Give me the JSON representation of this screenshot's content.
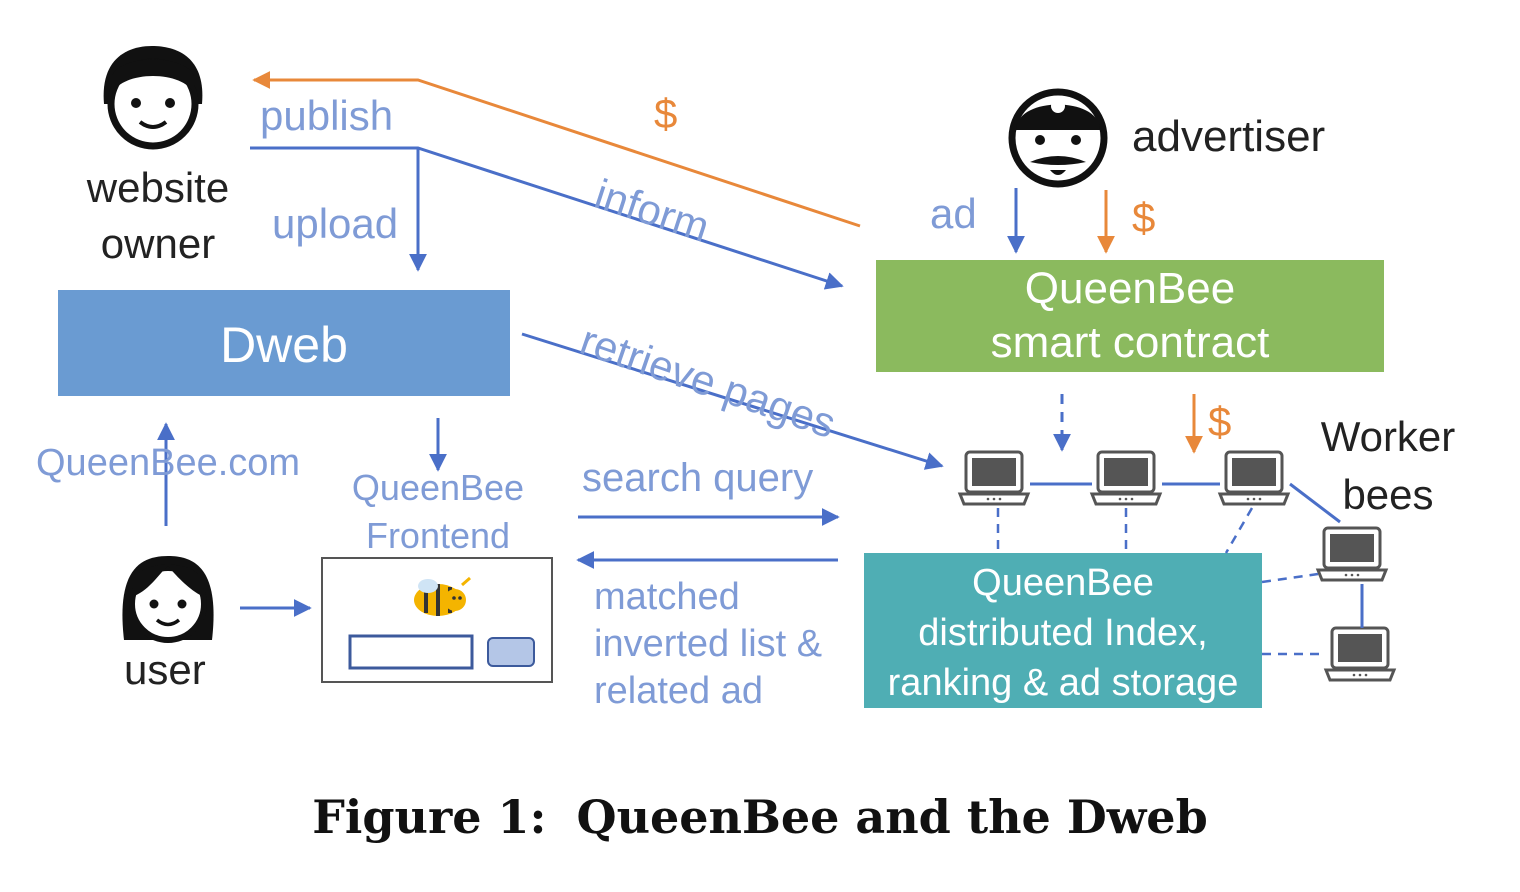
{
  "colors": {
    "blue_arrow": "#4A6FC8",
    "label_blue": "#7F9BD6",
    "orange": "#E8883A",
    "dweb_box": "#6A9BD2",
    "contract_box": "#8BBA5E",
    "index_box": "#4FAEB4",
    "text_dark": "#222222"
  },
  "actors": {
    "website_owner": {
      "line1": "website",
      "line2": "owner",
      "icon": "person-face-icon"
    },
    "advertiser": {
      "label": "advertiser",
      "icon": "advertiser-face-icon"
    },
    "user": {
      "label": "user",
      "icon": "woman-face-icon"
    },
    "worker_bees": {
      "line1": "Worker",
      "line2": "bees",
      "icon": "laptop-icon"
    }
  },
  "boxes": {
    "dweb": "Dweb",
    "contract": {
      "line1": "QueenBee",
      "line2": "smart contract"
    },
    "index": {
      "line1": "QueenBee",
      "line2": "distributed Index,",
      "line3": "ranking & ad storage"
    },
    "frontend": {
      "line1": "QueenBee",
      "line2": "Frontend",
      "icon": "bee-icon"
    }
  },
  "edges": {
    "publish": "publish",
    "upload": "upload",
    "inform": "inform",
    "pay_owner": "$",
    "ad": "ad",
    "pay_contract": "$",
    "pay_workers": "$",
    "retrieve": "retrieve pages",
    "queenbee_com": "QueenBee.com",
    "search_query": "search query",
    "matched": {
      "line1": "matched",
      "line2": "inverted list &",
      "line3": "related ad"
    }
  },
  "caption": {
    "prefix": "Figure 1:",
    "title": "QueenBee and the Dweb"
  }
}
